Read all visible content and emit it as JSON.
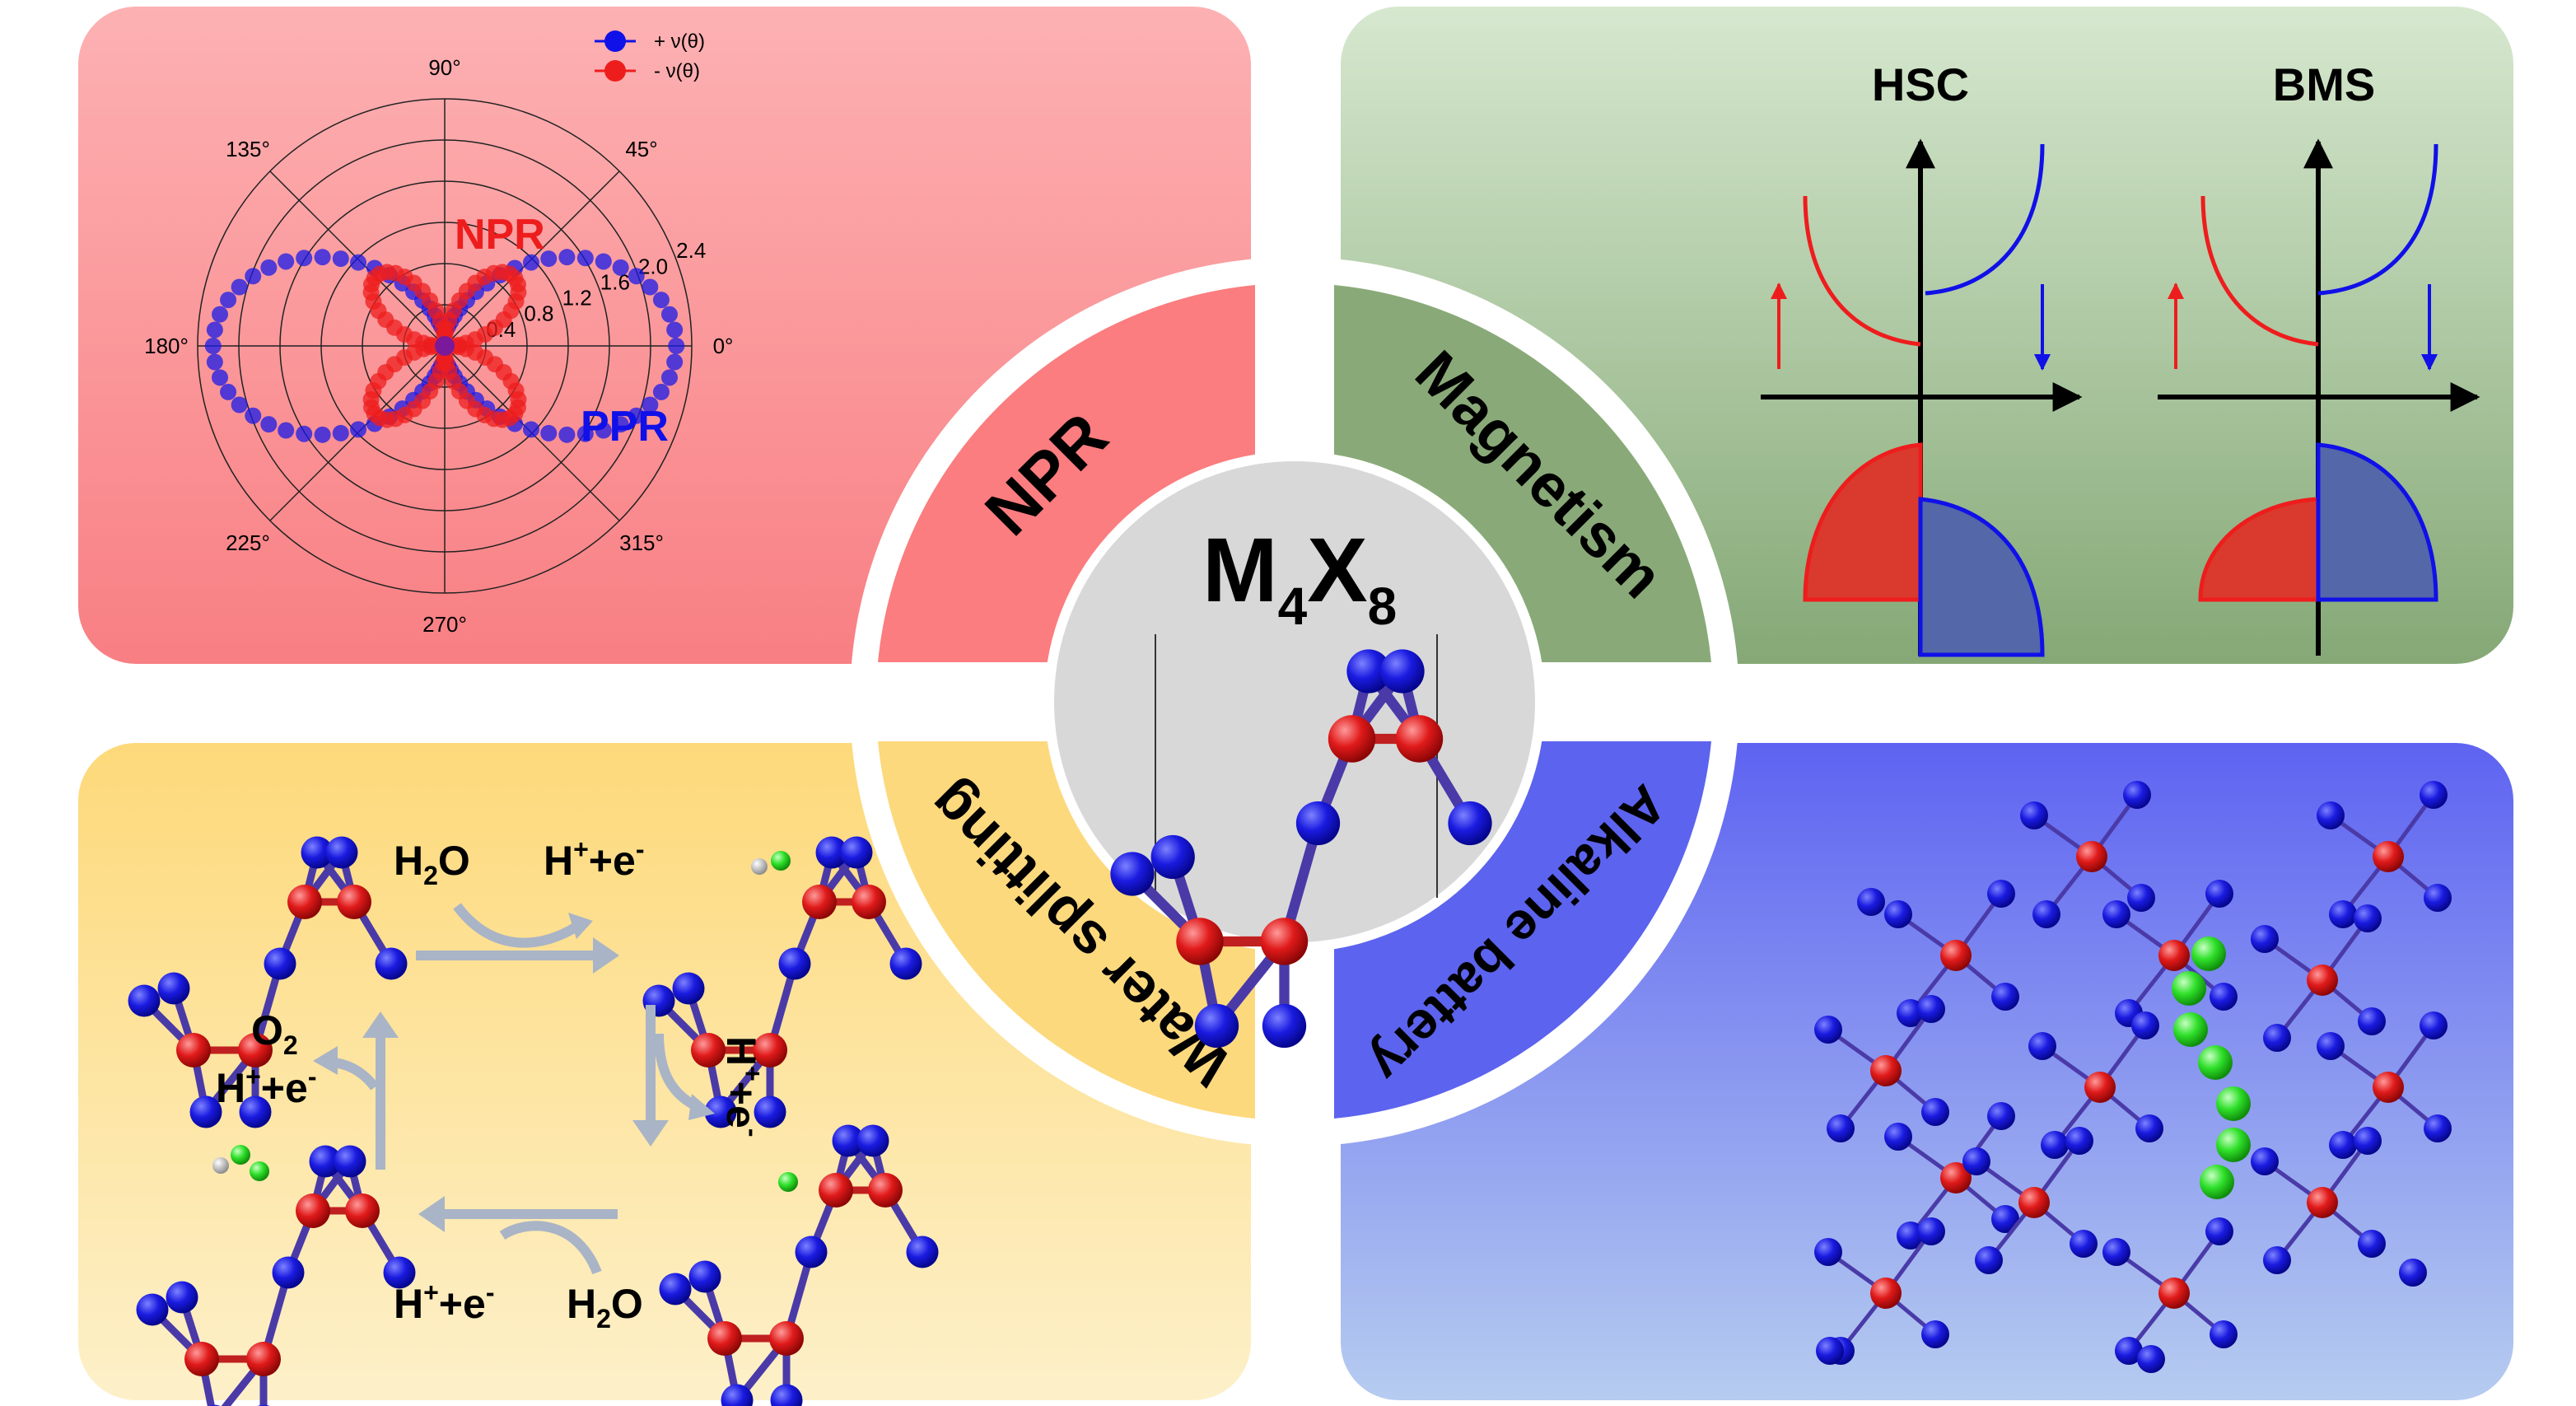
{
  "center": {
    "formula_main": "M",
    "sub1": "4",
    "formula_x": "X",
    "sub2": "8"
  },
  "ring_labels": {
    "npr": "NPR",
    "magnetism": "Magnetism",
    "water": "Water splitting",
    "battery": "Alkaline battery"
  },
  "npr_panel": {
    "legend": [
      "+ ν(θ)",
      "- ν(θ)"
    ],
    "angle_labels": [
      "0°",
      "45°",
      "90°",
      "135°",
      "180°",
      "225°",
      "270°",
      "315°"
    ],
    "radial_labels": [
      "0.4",
      "0.8",
      "1.2",
      "1.6",
      "2.0",
      "2.4"
    ],
    "npr_text": "NPR",
    "ppr_text": "PPR"
  },
  "magnetism_panel": {
    "hsc": "HSC",
    "bms": "BMS"
  },
  "water_panel": {
    "h2o": "H",
    "h2o_sub": "2",
    "h2o_o": "O",
    "hplus": "H",
    "hplus_sup": "+",
    "plus_e": "+e",
    "e_sup": "-",
    "o2": "O",
    "o2_sub": "2"
  },
  "colors": {
    "npr_panel": "#f98a8a",
    "magnetism_panel": "#9ab888",
    "water_panel": "#fde7a4",
    "battery_panel": "#7c86f2",
    "ring_npr": "#fb7d7f",
    "ring_magnetism": "#89aa78",
    "ring_water": "#fdd97d",
    "ring_battery": "#5c63ee",
    "positive": "#1010e8",
    "negative": "#ee1d1d"
  }
}
